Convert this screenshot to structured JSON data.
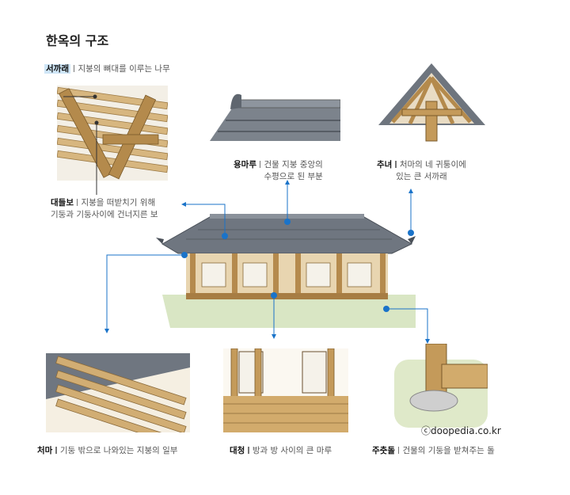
{
  "title": "한옥의 구조",
  "parts": {
    "seokkarae": {
      "name": "서까래",
      "desc": "지붕의 뼈대를 이루는 나무"
    },
    "daedeulbo": {
      "name": "대들보",
      "desc_line1": "지붕을 떠받치기 위해",
      "desc_line2": "기둥과 기둥사이에 건너지른 보"
    },
    "yongmaru": {
      "name": "용마루",
      "desc_line1": "건물 지붕 중앙의",
      "desc_line2": "수평으로 된 부분"
    },
    "chunyeo": {
      "name": "추녀",
      "desc_line1": "처마의 네 귀퉁이에",
      "desc_line2": "있는 큰 서까래"
    },
    "cheoma": {
      "name": "처마",
      "desc": "기둥 밖으로 나와있는 지붕의 일부"
    },
    "daecheong": {
      "name": "대청",
      "desc": "방과 방 사이의 큰 마루"
    },
    "juchuddol": {
      "name": "주춧돌",
      "desc": "건물의 기둥을 받쳐주는 돌"
    }
  },
  "credit": "ⓒdoopedia.co.kr",
  "colors": {
    "accent": "#1a73c9",
    "wood": "#c9a46a",
    "roof": "#6f7680",
    "ground": "#d9e6c4"
  }
}
